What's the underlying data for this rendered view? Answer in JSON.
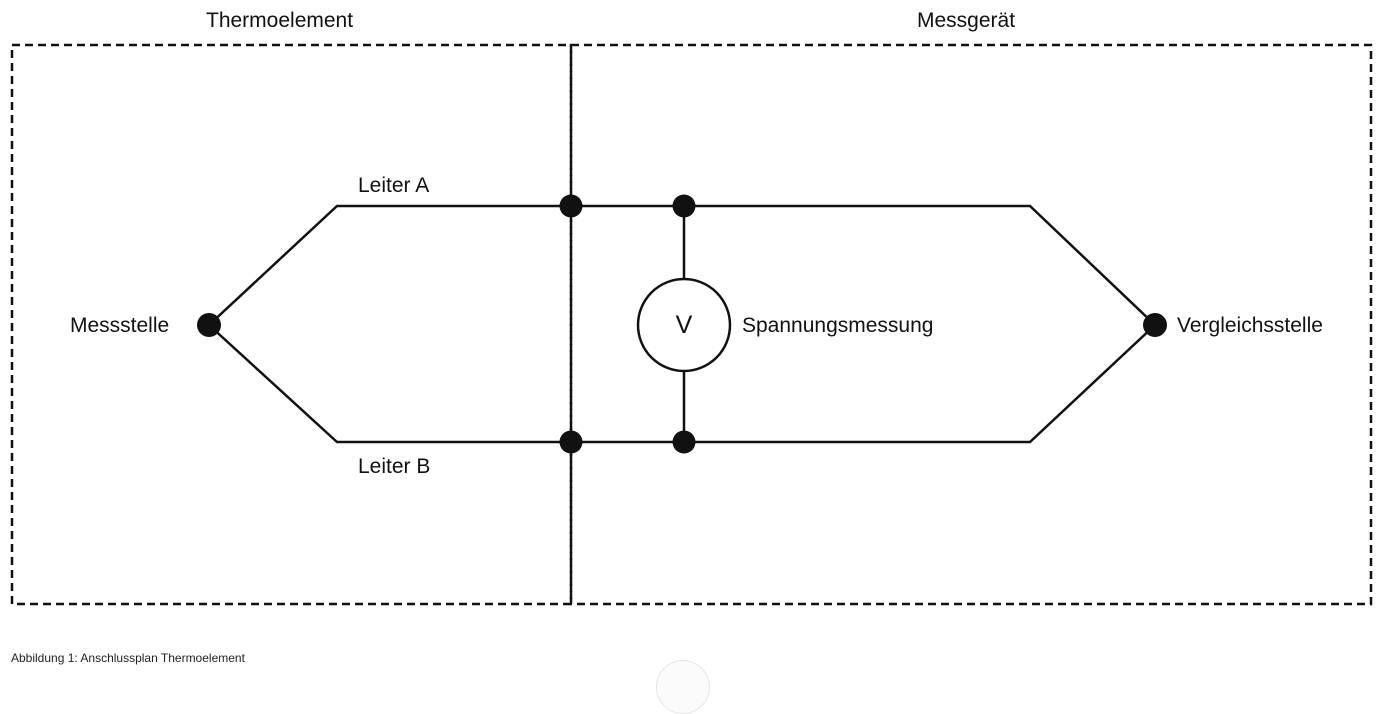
{
  "diagram": {
    "sections": {
      "left": "Thermoelement",
      "right": "Messgerät"
    },
    "conductors": {
      "a": "Leiter A",
      "b": "Leiter B"
    },
    "junctions": {
      "measuring": "Messstelle",
      "reference": "Vergleichsstelle"
    },
    "voltmeter": {
      "symbol": "V",
      "label": "Spannungsmessung"
    }
  },
  "caption": "Abbildung 1: Anschlussplan Thermoelement",
  "colors": {
    "line": "#111111",
    "background": "#ffffff"
  }
}
